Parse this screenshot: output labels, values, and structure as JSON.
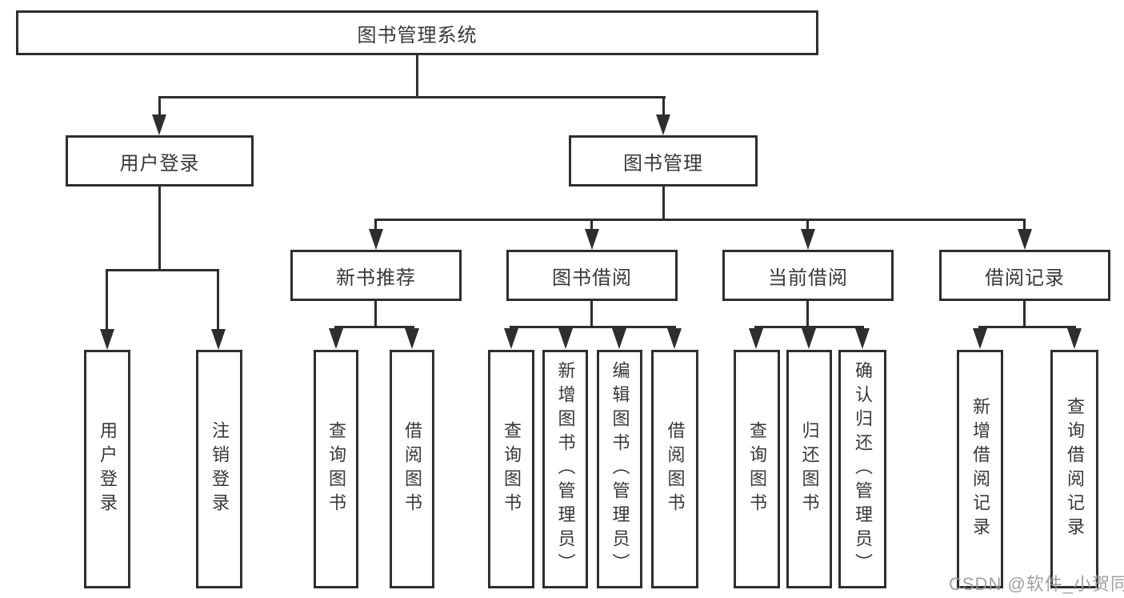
{
  "tree": {
    "root": {
      "label": "图书管理系统"
    },
    "children": [
      {
        "label": "用户登录",
        "children": [
          {
            "label": "用户登录"
          },
          {
            "label": "注销登录"
          }
        ]
      },
      {
        "label": "图书管理",
        "children": [
          {
            "label": "新书推荐",
            "children": [
              {
                "label": "查询图书"
              },
              {
                "label": "借阅图书"
              }
            ]
          },
          {
            "label": "图书借阅",
            "children": [
              {
                "label": "查询图书"
              },
              {
                "label": "新增图书（管理员）"
              },
              {
                "label": "编辑图书（管理员）"
              },
              {
                "label": "借阅图书"
              }
            ]
          },
          {
            "label": "当前借阅",
            "children": [
              {
                "label": "查询图书"
              },
              {
                "label": "归还图书"
              },
              {
                "label": "确认归还（管理员）"
              }
            ]
          },
          {
            "label": "借阅记录",
            "children": [
              {
                "label": "新增借阅记录"
              },
              {
                "label": "查询借阅记录"
              }
            ]
          }
        ]
      }
    ]
  },
  "watermark": "CSDN @软件_小贺同学",
  "colors": {
    "line": "#2e2e2e",
    "box_border": "#2e2e2e",
    "text": "#383838",
    "watermark": "#969696",
    "background": "#ffffff"
  }
}
